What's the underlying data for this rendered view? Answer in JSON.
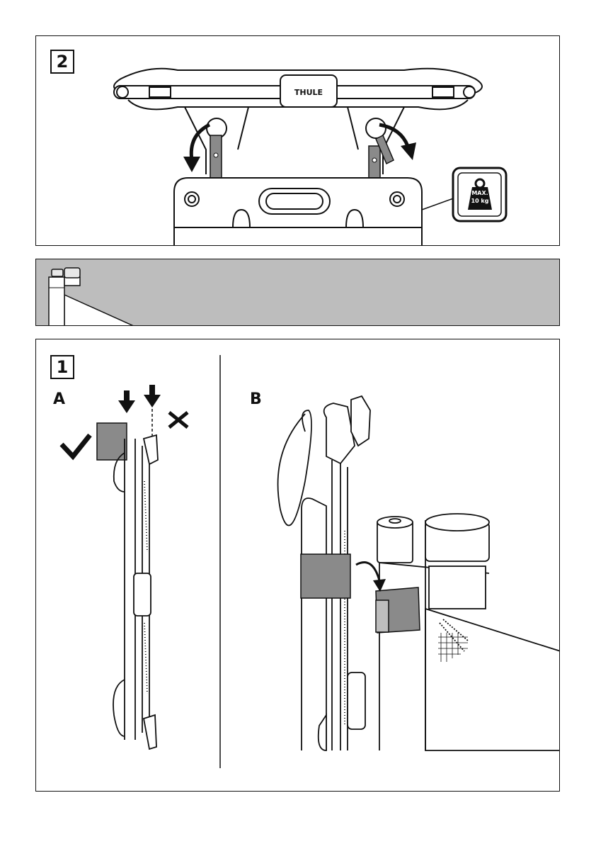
{
  "step_top": {
    "number": "2",
    "brand": "THULE",
    "weight_badge": {
      "line1": "MAX.",
      "line2": "10 kg"
    }
  },
  "detail_strip": {},
  "step_bottom": {
    "number": "1",
    "label_a": "A",
    "label_b": "B"
  },
  "icons": [
    "check-icon",
    "cross-icon",
    "down-arrow-icon",
    "rotate-arrow-icon",
    "weight-icon"
  ],
  "colors": {
    "line": "#111111",
    "strip_gray": "#bdbdbd",
    "strap_gray": "#8a8a8a",
    "light_gray": "#e8e8e8"
  }
}
